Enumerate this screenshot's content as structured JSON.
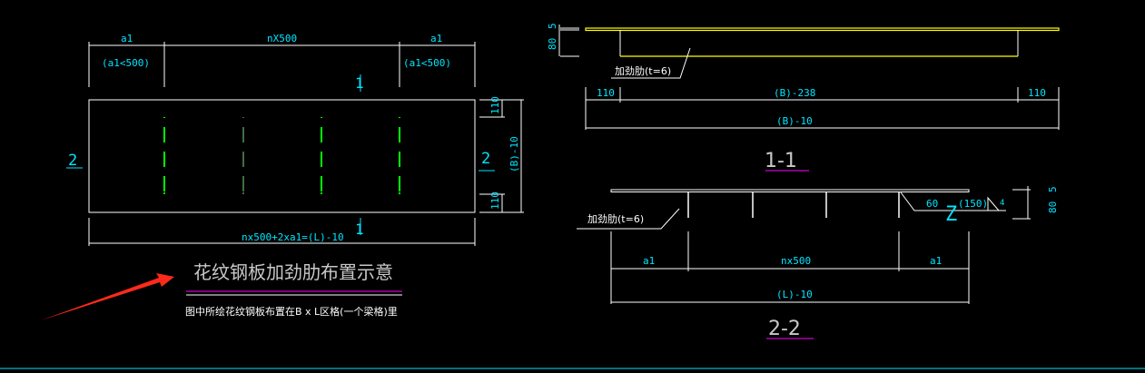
{
  "colors": {
    "background": "#000000",
    "dimension_text": "#00e5ff",
    "lines": "#ffffff",
    "stiffener": "#00ff00",
    "plate_section": "#ffff00",
    "title_underline": "#ff00ff",
    "arrow": "#ff2a1a"
  },
  "plan": {
    "dim_top": {
      "left": "a1",
      "middle": "nX500",
      "right": "a1"
    },
    "left_note": "(a1<500)",
    "right_note": "(a1<500)",
    "section_mark_1": "1",
    "section_mark_2": "2",
    "dim_right": {
      "top": "110",
      "bottom": "110",
      "total": "(B)-10"
    },
    "dim_bottom": "nx500+2xa1=(L)-10"
  },
  "title": "花纹钢板加劲肋布置示意",
  "note": "图中所绘花纹钢板布置在B x L区格(一个梁格)里",
  "section_1": {
    "title": "1-1",
    "dim_left": {
      "height": "80",
      "thickness": "5"
    },
    "rib_label": "加劲肋(t=6)",
    "dim_row1": [
      "110",
      "(B)-238",
      "110"
    ],
    "dim_row2": "(B)-10"
  },
  "section_2": {
    "title": "2-2",
    "rib_label": "加劲肋(t=6)",
    "weld": {
      "length": "60",
      "symbol": "Z",
      "pitch": "(150)",
      "size": "4"
    },
    "dim_right": {
      "height": "80",
      "thickness": "5"
    },
    "dim_row1": [
      "a1",
      "nx500",
      "a1"
    ],
    "dim_row2": "(L)-10"
  }
}
